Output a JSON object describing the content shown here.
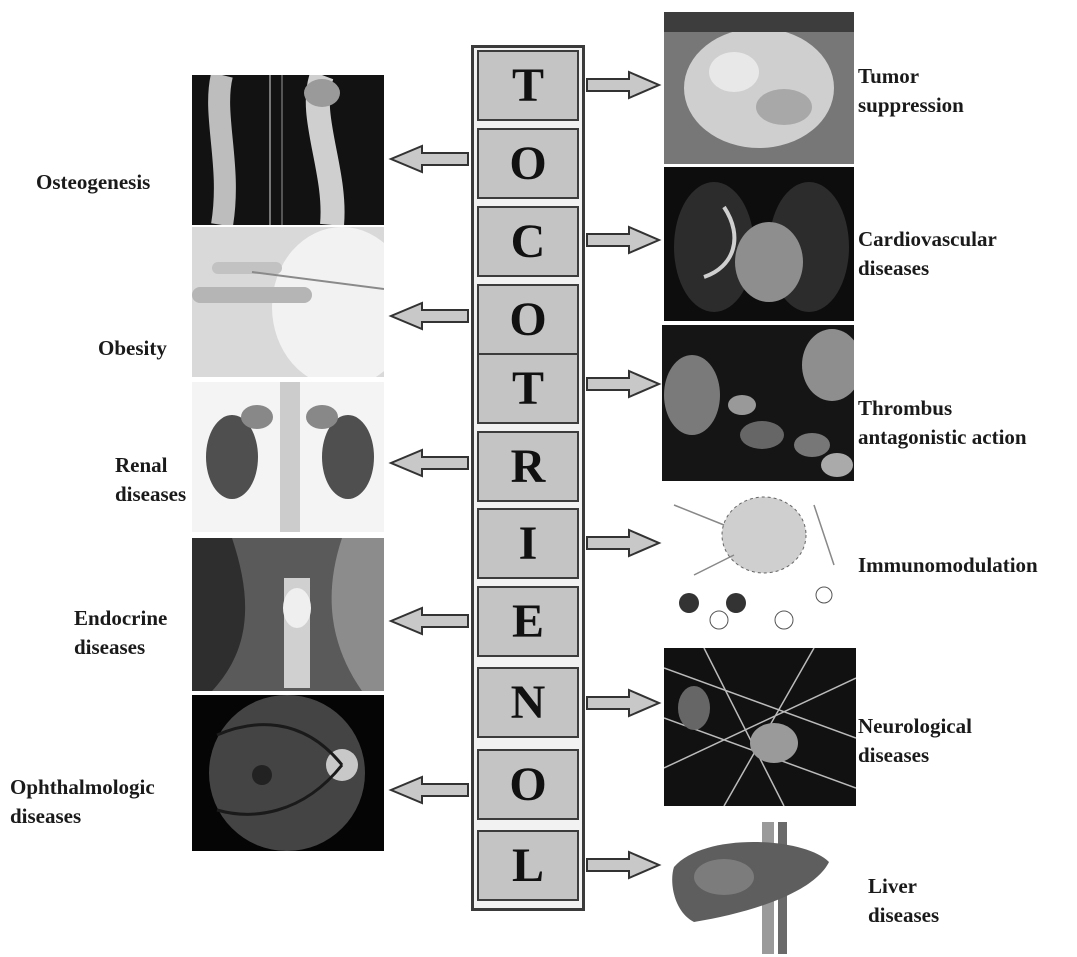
{
  "letters": [
    "T",
    "O",
    "C",
    "O",
    "T",
    "R",
    "I",
    "E",
    "N",
    "O",
    "L"
  ],
  "right_labels": [
    {
      "line1": "Tumor",
      "line2": "suppression"
    },
    {
      "line1": "Cardiovascular",
      "line2": "diseases"
    },
    {
      "line1": "Thrombus",
      "line2": "antagonistic action"
    },
    {
      "line1": "Immunomodulation",
      "line2": ""
    },
    {
      "line1": "Neurological",
      "line2": "diseases"
    },
    {
      "line1": "Liver",
      "line2": "diseases"
    }
  ],
  "left_labels": [
    {
      "line1": "Osteogenesis",
      "line2": ""
    },
    {
      "line1": "Obesity",
      "line2": ""
    },
    {
      "line1": "Renal",
      "line2": "diseases"
    },
    {
      "line1": "Endocrine",
      "line2": "diseases"
    },
    {
      "line1": "Ophthalmologic",
      "line2": "diseases"
    }
  ],
  "colors": {
    "cell": "#c4c4c4",
    "border": "#3a3a3a",
    "arrow_fill": "#c8c8c8"
  }
}
